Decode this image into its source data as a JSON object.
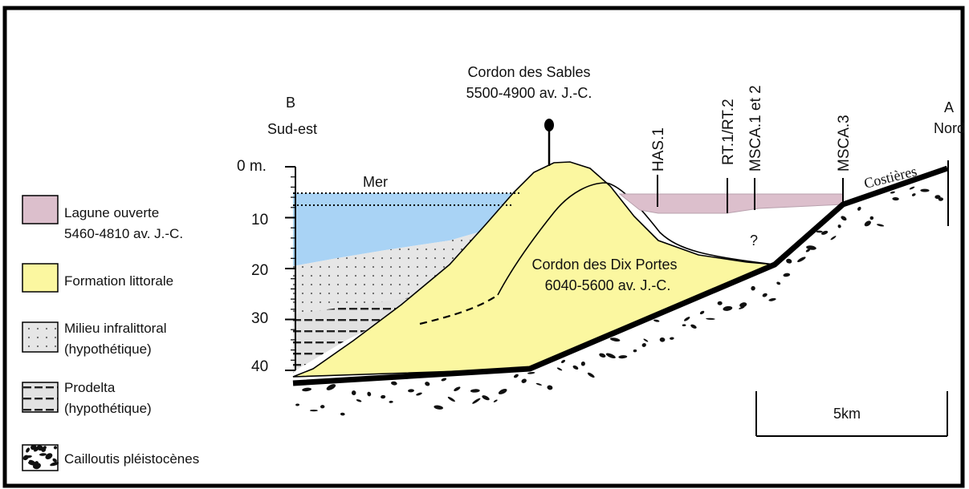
{
  "section": {
    "end_left": {
      "letter": "B",
      "label": "Sud-est"
    },
    "end_right": {
      "letter": "A",
      "label": "Nord"
    }
  },
  "depth_axis": {
    "ticks": [
      "0 m.",
      "10",
      "20",
      "30",
      "40"
    ]
  },
  "labels": {
    "sea": "Mer",
    "costieres": "Costières",
    "question": "?",
    "cordon_sables": {
      "name": "Cordon des Sables",
      "date": "5500-4900 av. J.-C."
    },
    "cordon_dix_portes": {
      "name": "Cordon des Dix Portes",
      "date": "6040-5600 av. J.-C."
    }
  },
  "boreholes": [
    "HAS.1",
    "RT.1/RT.2",
    "MSCA.1 et 2",
    "MSCA.3"
  ],
  "scale_bar": {
    "label": "5km"
  },
  "legend": [
    {
      "key": "lagune",
      "line1": "Lagune ouverte",
      "line2": "5460-4810 av. J.-C.",
      "color": "#dcbfcc"
    },
    {
      "key": "littorale",
      "line1": "Formation littorale",
      "line2": "",
      "color": "#fbf7a0"
    },
    {
      "key": "infralittoral",
      "line1": "Milieu infralittoral",
      "line2": "(hypothétique)",
      "color": "#e6e6e6"
    },
    {
      "key": "prodelta",
      "line1": "Prodelta",
      "line2": "(hypothétique)",
      "color": "#e2e2e2"
    },
    {
      "key": "cailloutis",
      "line1": "Cailloutis pléistocènes",
      "line2": "",
      "color": "#111111"
    }
  ],
  "colors": {
    "sea": "#a9d3f5",
    "lagoon": "#dcbfcc",
    "littoral": "#fbf7a0",
    "infralittoral": "#e6e6e6",
    "substrate": "#111111"
  }
}
